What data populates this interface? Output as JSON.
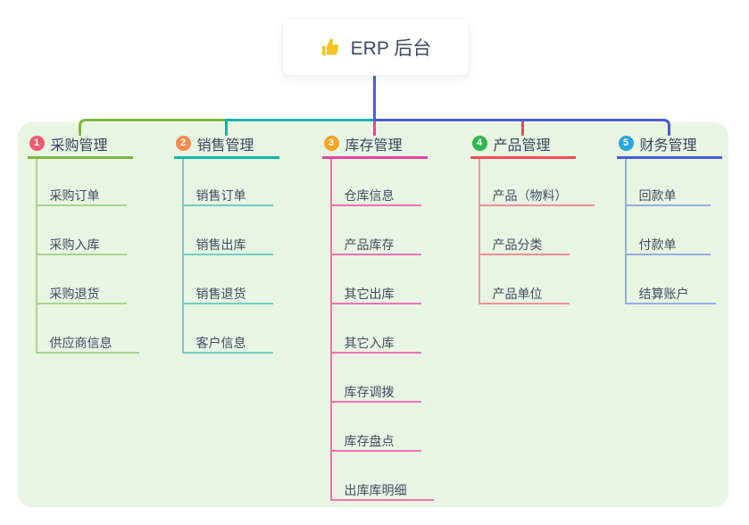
{
  "root": {
    "title": "ERP 后台",
    "icon": "thumbs-up-icon",
    "icon_color": "#f7c31c"
  },
  "connectors": {
    "root_line": "#4a5ed0",
    "bus_green": "#7cb93f",
    "bus_teal": "#13b5a6",
    "bus_blue": "#4a5ed0",
    "drop_magenta": "#e0459c",
    "drop_red": "#ef4b55"
  },
  "panel_color": "#e8f5e3",
  "branches": [
    {
      "index": "1",
      "title": "采购管理",
      "badge_color": "#f25b6f",
      "line_color": "#7cb93f",
      "child_line_color": "#a9d489",
      "children": [
        "采购订单",
        "采购入库",
        "采购退货",
        "供应商信息"
      ]
    },
    {
      "index": "2",
      "title": "销售管理",
      "badge_color": "#f68b4e",
      "line_color": "#13b5a6",
      "child_line_color": "#6fcec2",
      "children": [
        "销售订单",
        "销售出库",
        "销售退货",
        "客户信息"
      ]
    },
    {
      "index": "3",
      "title": "库存管理",
      "badge_color": "#f5a427",
      "line_color": "#e0459c",
      "child_line_color": "#f070b5",
      "children": [
        "仓库信息",
        "产品库存",
        "其它出库",
        "其它入库",
        "库存调拨",
        "库存盘点",
        "出库库明细"
      ]
    },
    {
      "index": "4",
      "title": "产品管理",
      "badge_color": "#2fb750",
      "line_color": "#ef4b55",
      "child_line_color": "#f59092",
      "children": [
        "产品（物料）",
        "产品分类",
        "产品单位"
      ]
    },
    {
      "index": "5",
      "title": "财务管理",
      "badge_color": "#29a6dd",
      "line_color": "#4a5ed0",
      "child_line_color": "#94ace7",
      "children": [
        "回款单",
        "付款单",
        "结算账户"
      ]
    }
  ]
}
